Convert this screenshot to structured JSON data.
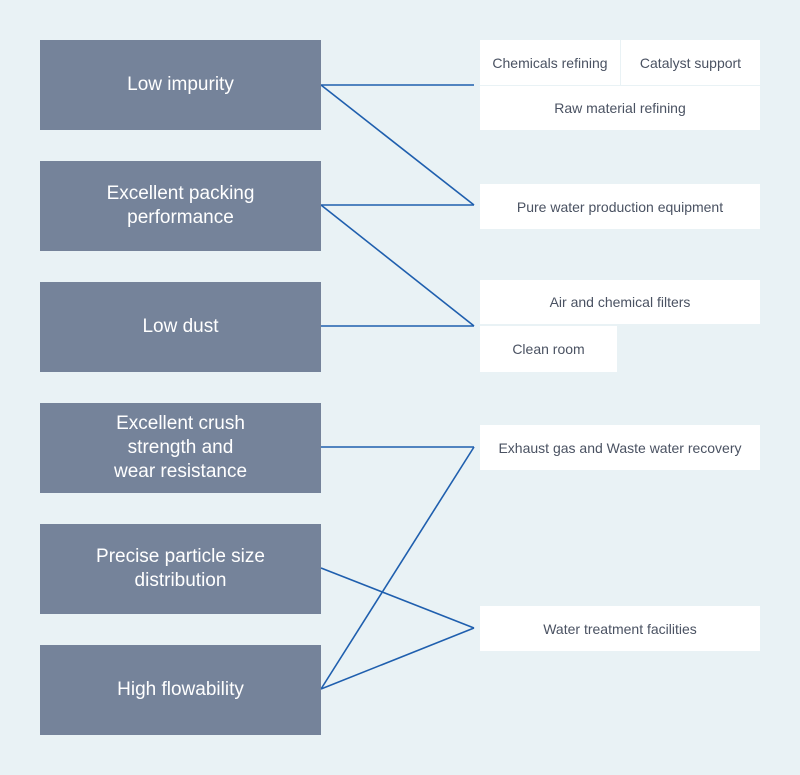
{
  "features": [
    {
      "label": "Low impurity"
    },
    {
      "label": "Excellent packing\nperformance"
    },
    {
      "label": "Low dust"
    },
    {
      "label": "Excellent crush\nstrength and\nwear resistance"
    },
    {
      "label": "Precise particle size\ndistribution"
    },
    {
      "label": "High flowability"
    }
  ],
  "applications": [
    {
      "label": "Chemicals refining"
    },
    {
      "label": "Catalyst support"
    },
    {
      "label": "Raw material refining"
    },
    {
      "label": "Pure water production equipment"
    },
    {
      "label": "Air and chemical filters"
    },
    {
      "label": "Clean room"
    },
    {
      "label": "Exhaust gas and Waste water recovery"
    },
    {
      "label": "Water treatment facilities"
    }
  ],
  "colors": {
    "feature_bg": "#75839a",
    "app_bg": "#ffffff",
    "line": "#1f5fae",
    "background": "#e9f2f5"
  }
}
